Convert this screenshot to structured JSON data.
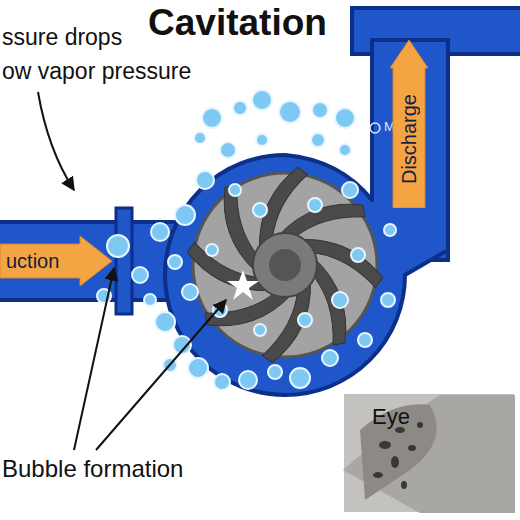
{
  "diagram": {
    "title": "Cavitation",
    "nodes": [
      {
        "text": [
          "uction"
        ]
      },
      {
        "text": [
          "Discharge"
        ]
      }
    ],
    "labels": [
      "ssure drops",
      "ow vapor pressure",
      "Bubble formation",
      "Eye",
      "Meta"
    ]
  }
}
